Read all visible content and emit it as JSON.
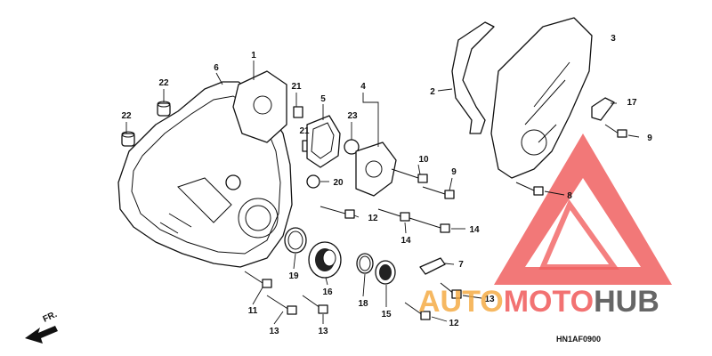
{
  "diagram": {
    "diagram_code": "HN1AF0900",
    "direction_label": "FR.",
    "watermark": {
      "brand_part1": "AUTO",
      "brand_part2": "MOTO",
      "brand_part3": "HUB",
      "color_primary": "#ef4f4f",
      "color_secondary": "#f4a63a",
      "color_dark": "#333333"
    },
    "callouts": [
      {
        "label": "1"
      },
      {
        "label": "2"
      },
      {
        "label": "3"
      },
      {
        "label": "4"
      },
      {
        "label": "5"
      },
      {
        "label": "6"
      },
      {
        "label": "7"
      },
      {
        "label": "8"
      },
      {
        "label": "9"
      },
      {
        "label": "9"
      },
      {
        "label": "10"
      },
      {
        "label": "11"
      },
      {
        "label": "12"
      },
      {
        "label": "12"
      },
      {
        "label": "13"
      },
      {
        "label": "13"
      },
      {
        "label": "13"
      },
      {
        "label": "14"
      },
      {
        "label": "14"
      },
      {
        "label": "15"
      },
      {
        "label": "16"
      },
      {
        "label": "17"
      },
      {
        "label": "18"
      },
      {
        "label": "19"
      },
      {
        "label": "20"
      },
      {
        "label": "21"
      },
      {
        "label": "21"
      },
      {
        "label": "22"
      },
      {
        "label": "22"
      },
      {
        "label": "23"
      }
    ]
  }
}
